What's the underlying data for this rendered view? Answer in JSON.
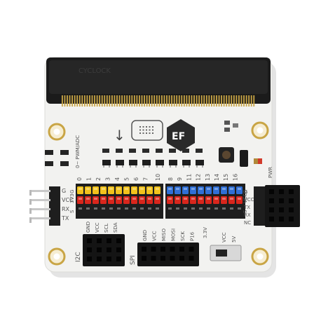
{
  "colors": {
    "board": "#f2f2f0",
    "board_edge": "#dcdcd8",
    "connector": "#1b1b1b",
    "gold": "#c9a545",
    "header_black": "#1e1e1e",
    "pin_yellow": "#f2c21b",
    "pin_red": "#d9261c",
    "pin_blue": "#2f6fd6",
    "silkscreen": "#555555"
  },
  "board": {
    "edge_connector_text": "CYCLOCK",
    "logo_text": "EF",
    "arrow_glyph": "↓",
    "left_side_labels": [
      "G",
      "VCC",
      "RX",
      "TX"
    ],
    "left_group_label": "0~ PWM/ADC",
    "left_pin_numbers": [
      "0",
      "1",
      "2",
      "3",
      "4",
      "5",
      "6",
      "7"
    ],
    "left_row_labels": [
      "G",
      "3V3",
      "S"
    ],
    "right_pin_numbers": [
      "8",
      "9",
      "11",
      "12",
      "13",
      "14",
      "15",
      "16"
    ],
    "right_pin_extra": "10",
    "right_row_labels": [
      "G",
      "VCC",
      "S"
    ],
    "right_side_labels": [
      "G",
      "VCC",
      "TX",
      "RX",
      "NC"
    ],
    "pwr_label": "PWR",
    "i2c_label": "I2C",
    "i2c_pins": [
      "GND",
      "VCC",
      "SCL",
      "SDA"
    ],
    "spi_label": "SPI",
    "spi_pins": [
      "GND",
      "VCC",
      "MISO",
      "MOSI",
      "SCK",
      "P16"
    ],
    "switch_labels": [
      "3.3V",
      "VCC",
      "5V"
    ]
  }
}
